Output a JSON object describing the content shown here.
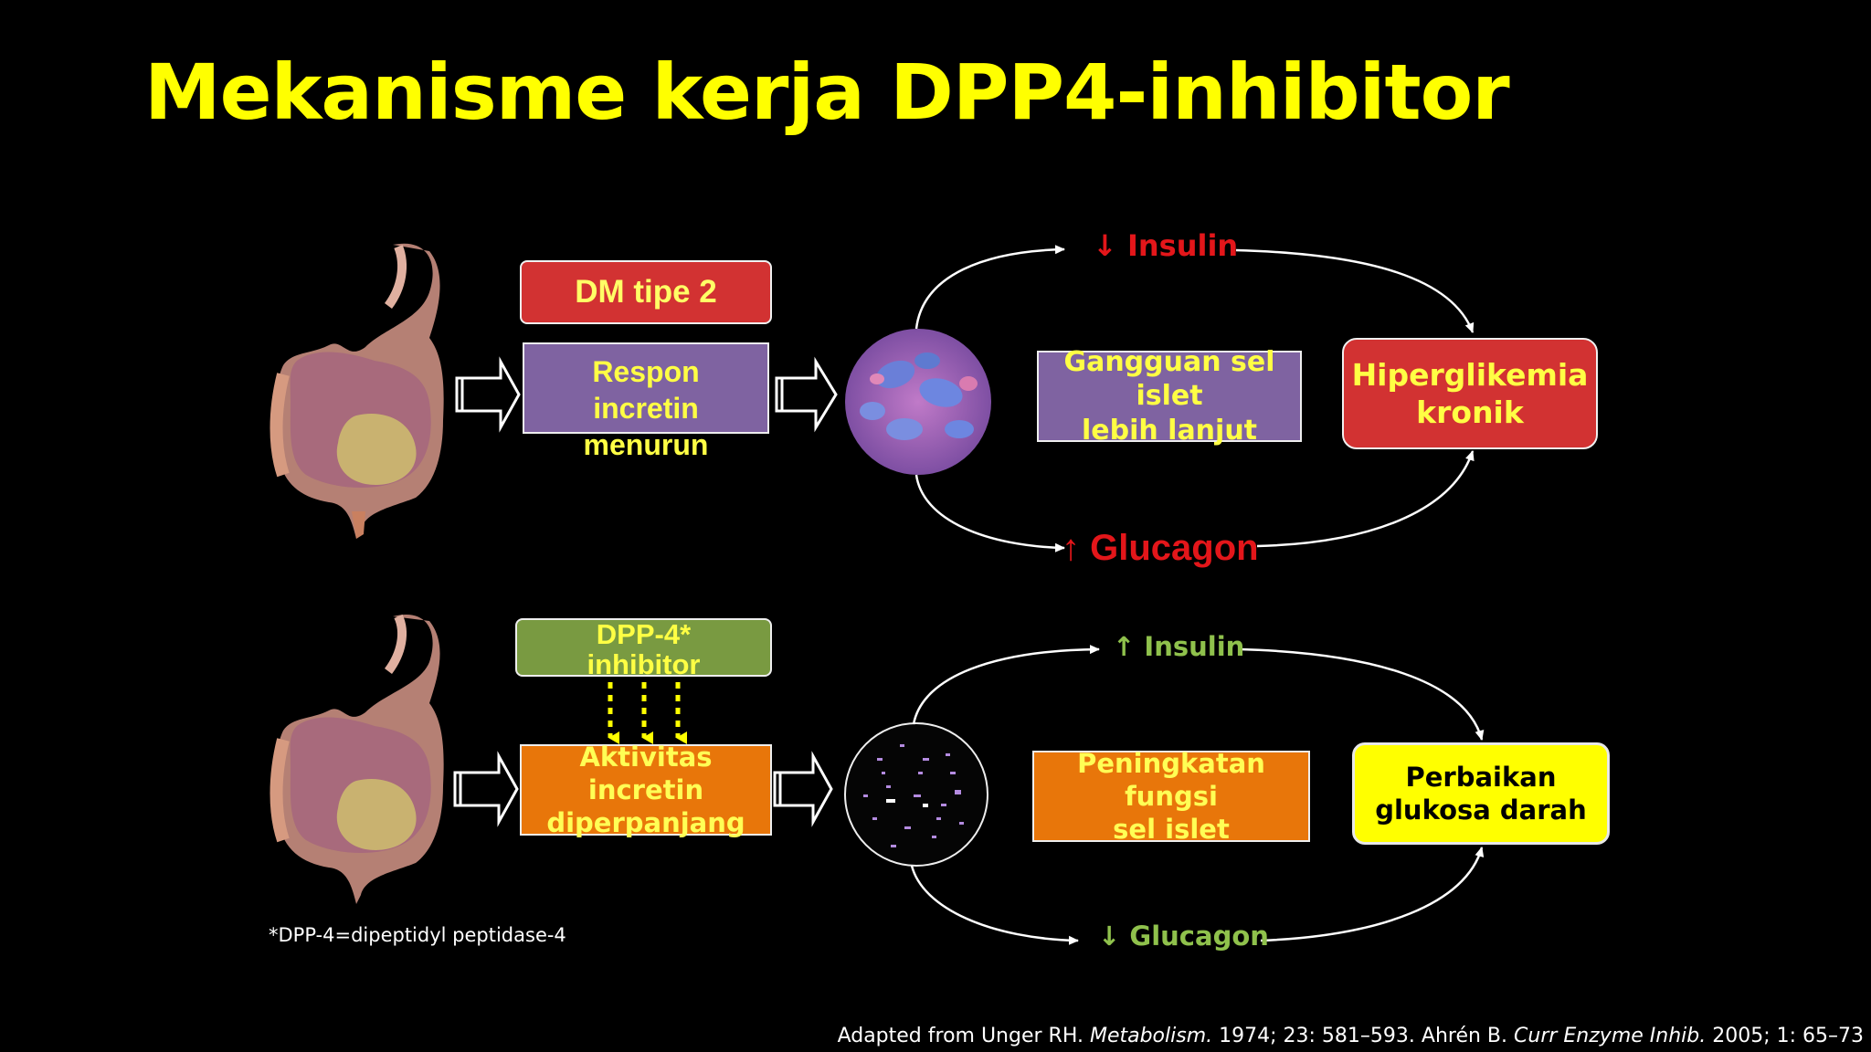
{
  "title": "Mekanisme kerja DPP4-inhibitor",
  "top_row": {
    "dm_box": "DM tipe 2",
    "respon_box": [
      "Respon",
      "incretin",
      "menurun"
    ],
    "insulin_label": "Insulin",
    "insulin_arrow": "↓",
    "glucagon_label": "Glucagon",
    "glucagon_arrow": "↑",
    "islet_box": [
      "Gangguan sel islet",
      "lebih lanjut"
    ],
    "result_box": [
      "Hiperglikemia",
      "kronik"
    ]
  },
  "bottom_row": {
    "dpp_box": [
      "DPP-4*",
      "inhibitor"
    ],
    "aktivitas_box": [
      "Aktivitas incretin",
      "diperpanjang"
    ],
    "insulin_label": "Insulin",
    "insulin_arrow": "↑",
    "glucagon_label": "Glucagon",
    "glucagon_arrow": "↓",
    "islet_box": [
      "Peningkatan fungsi",
      "sel islet"
    ],
    "result_box": [
      "Perbaikan",
      "glukosa darah"
    ]
  },
  "footnote": "*DPP-4=dipeptidyl peptidase-4",
  "citation": {
    "part1": "Adapted from Unger RH. ",
    "journal1": "Metabolism.",
    "part2": " 1974; 23: 581–593. Ahrén B. ",
    "journal2": "Curr Enzyme Inhib.",
    "part3": " 2005; 1: 65–73"
  },
  "colors": {
    "title": "#ffff00",
    "red_box": "#d23232",
    "purple_box": "#7f63a1",
    "orange_box": "#e8760a",
    "green_box": "#799a41",
    "yellow_box": "#ffff00",
    "red_text": "#e3161a",
    "green_text": "#8fc14c"
  },
  "icons": [
    "gut-illustration",
    "islet-cell-image",
    "hollow-arrow-right",
    "curved-arrow",
    "dotted-arrow-down"
  ]
}
